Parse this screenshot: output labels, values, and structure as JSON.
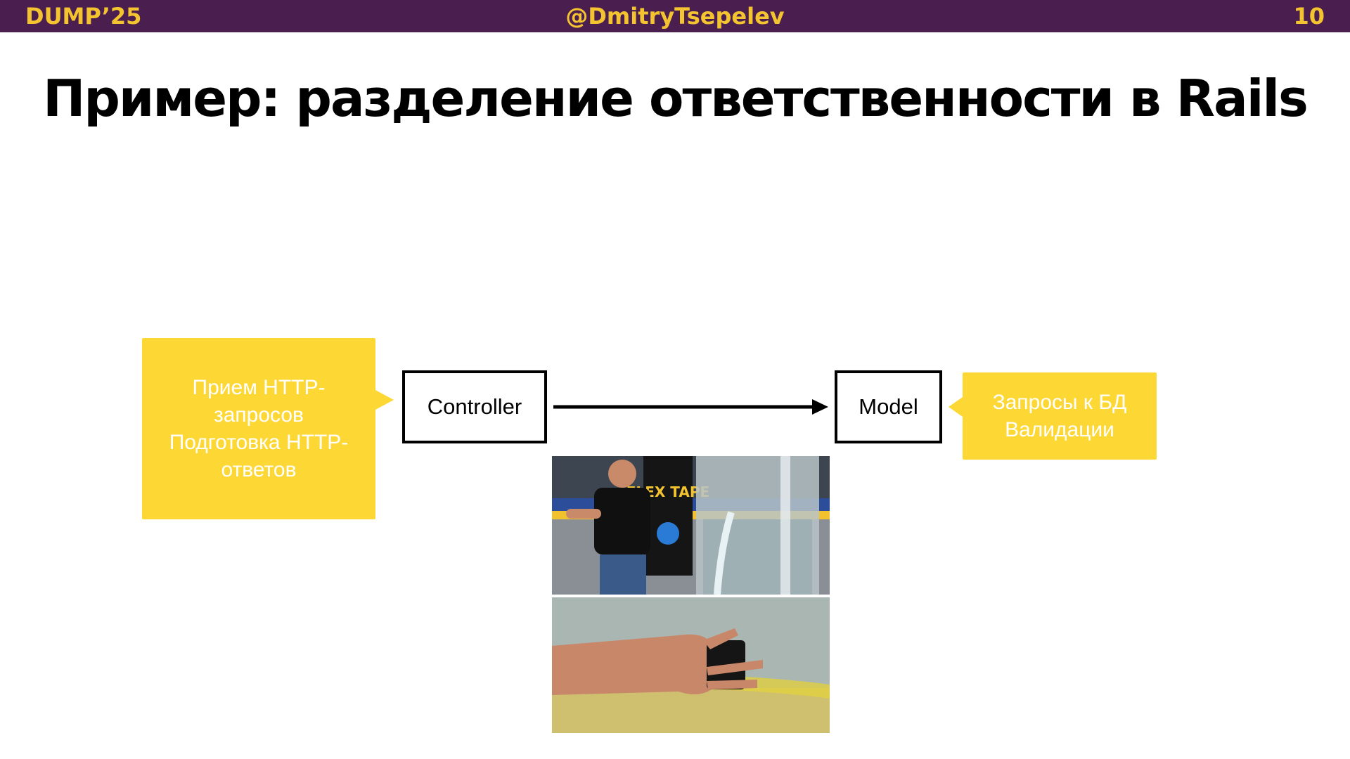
{
  "header": {
    "left": "DUMP’25",
    "center": "@DmitryTsepelev",
    "page": "10"
  },
  "slide": {
    "title": "Пример: разделение ответственности в Rails"
  },
  "diagram": {
    "left_note": [
      "Прием HTTP-",
      "запросов",
      "Подготовка HTTP-",
      "ответов"
    ],
    "controller": "Controller",
    "model": "Model",
    "right_note": [
      "Запросы к БД",
      "Валидации"
    ]
  },
  "photo": {
    "tape_text": "FLEX TAPE"
  },
  "colors": {
    "header_bg": "#4a1f4f",
    "header_text": "#f4c430",
    "callout": "#fdd835"
  }
}
